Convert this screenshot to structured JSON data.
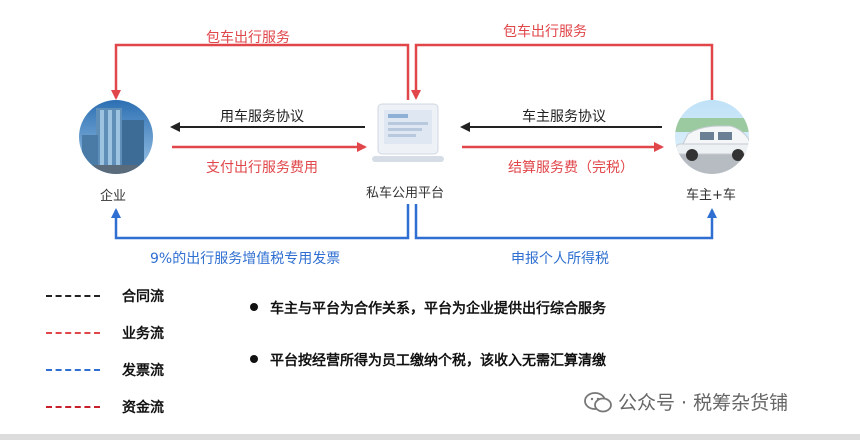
{
  "nodes": {
    "enterprise": "企业",
    "platform": "私车公用平台",
    "owner": "车主+车"
  },
  "flows": {
    "top_left": "包车出行服务",
    "top_right": "包车出行服务",
    "agreement_left": "用车服务协议",
    "agreement_right": "车主服务协议",
    "pay_left": "支付出行服务费用",
    "pay_right": "结算服务费（完税）",
    "invoice_left": "9%的出行服务增值税专用发票",
    "tax_right": "申报个人所得税"
  },
  "legend": [
    {
      "label": "合同流",
      "color": "#222222"
    },
    {
      "label": "业务流",
      "color": "#e0464a"
    },
    {
      "label": "发票流",
      "color": "#2f6fd1"
    },
    {
      "label": "资金流",
      "color": "#c8202a"
    }
  ],
  "bullets": [
    "车主与平台为合作关系，平台为企业提供出行综合服务",
    "平台按经营所得为员工缴纳个税，该收入无需汇算清缴"
  ],
  "watermark": "公众号 · 税筹杂货铺",
  "colors": {
    "black": "#222222",
    "red": "#e0464a",
    "blue": "#2f6fd1"
  }
}
